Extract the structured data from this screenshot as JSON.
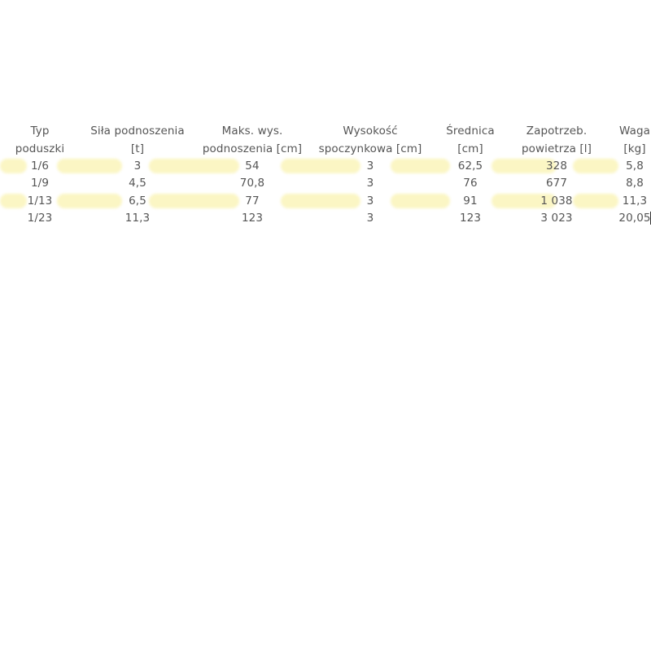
{
  "table": {
    "highlight_color": "#fbf6c4",
    "text_color": "#555555",
    "highlighted_rows": [
      0,
      2
    ],
    "columns": [
      {
        "line1": "Typ",
        "line2": "poduszki"
      },
      {
        "line1": "Siła podnoszenia",
        "line2": "[t]"
      },
      {
        "line1": "Maks. wys.",
        "line2": "podnoszenia [cm]"
      },
      {
        "line1": "Wysokość",
        "line2": "spoczynkowa [cm]"
      },
      {
        "line1": "Średnica",
        "line2": "[cm]"
      },
      {
        "line1": "Zapotrzeb.",
        "line2": "powietrza [l]"
      },
      {
        "line1": "Waga",
        "line2": "[kg]"
      }
    ],
    "rows": [
      [
        "1/6",
        "3",
        "54",
        "3",
        "62,5",
        "328",
        "5,8"
      ],
      [
        "1/9",
        "4,5",
        "70,8",
        "3",
        "76",
        "677",
        "8,8"
      ],
      [
        "1/13",
        "6,5",
        "77",
        "3",
        "91",
        "1 038",
        "11,3"
      ],
      [
        "1/23",
        "11,3",
        "123",
        "3",
        "123",
        "3 023",
        "20,05"
      ]
    ]
  }
}
